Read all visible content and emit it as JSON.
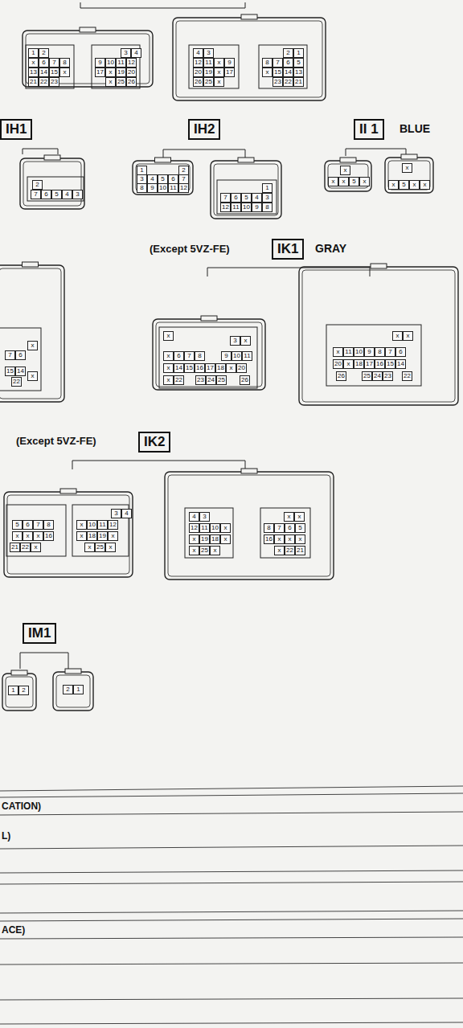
{
  "diagram": {
    "nodes": [
      {
        "text": [
          "IH1"
        ]
      },
      {
        "text": [
          "IH2"
        ]
      },
      {
        "text": [
          "II 1"
        ]
      },
      {
        "text": [
          "IK1"
        ]
      },
      {
        "text": [
          "IK2"
        ]
      },
      {
        "text": [
          "IM1"
        ]
      }
    ],
    "labels": [
      "BLUE",
      "(Except 5VZ-FE)",
      "GRAY",
      "(Except 5VZ-FE)",
      "CATION)",
      "L)",
      "ACE)",
      "1",
      "2",
      "x",
      "6",
      "7",
      "8",
      "13",
      "14",
      "15",
      "x",
      "21",
      "22",
      "23",
      "3",
      "4",
      "9",
      "10",
      "11",
      "12",
      "17",
      "x",
      "19",
      "20",
      "x",
      "25",
      "26",
      "4",
      "3",
      "12",
      "11",
      "x",
      "9",
      "20",
      "19",
      "x",
      "17",
      "26",
      "25",
      "x",
      "2",
      "1",
      "8",
      "7",
      "6",
      "5",
      "x",
      "15",
      "14",
      "13",
      "23",
      "22",
      "21",
      "2",
      "7",
      "6",
      "5",
      "4",
      "3",
      "1",
      "2",
      "3",
      "4",
      "5",
      "6",
      "7",
      "8",
      "9",
      "10",
      "11",
      "12",
      "1",
      "7",
      "6",
      "5",
      "4",
      "3",
      "12",
      "11",
      "10",
      "9",
      "8",
      "x",
      "x",
      "x",
      "5",
      "x",
      "x",
      "x",
      "5",
      "x",
      "x",
      "x",
      "7",
      "6",
      "15",
      "14",
      "x",
      "22",
      "x",
      "3",
      "x",
      "x",
      "6",
      "7",
      "8",
      "9",
      "10",
      "11",
      "x",
      "14",
      "15",
      "16",
      "17",
      "18",
      "x",
      "20",
      "x",
      "22",
      "23",
      "24",
      "25",
      "26",
      "x",
      "x",
      "x",
      "11",
      "10",
      "9",
      "8",
      "7",
      "6",
      "20",
      "x",
      "18",
      "17",
      "16",
      "15",
      "14",
      "26",
      "25",
      "24",
      "23",
      "22",
      "3",
      "4",
      "5",
      "6",
      "7",
      "8",
      "x",
      "10",
      "11",
      "12",
      "x",
      "x",
      "x",
      "16",
      "x",
      "18",
      "19",
      "x",
      "21",
      "22",
      "x",
      "x",
      "25",
      "x",
      "4",
      "3",
      "x",
      "x",
      "12",
      "11",
      "10",
      "x",
      "8",
      "7",
      "6",
      "5",
      "x",
      "19",
      "18",
      "x",
      "16",
      "x",
      "x",
      "x",
      "x",
      "25",
      "x",
      "x",
      "22",
      "21",
      "1",
      "2",
      "2",
      "1"
    ]
  }
}
